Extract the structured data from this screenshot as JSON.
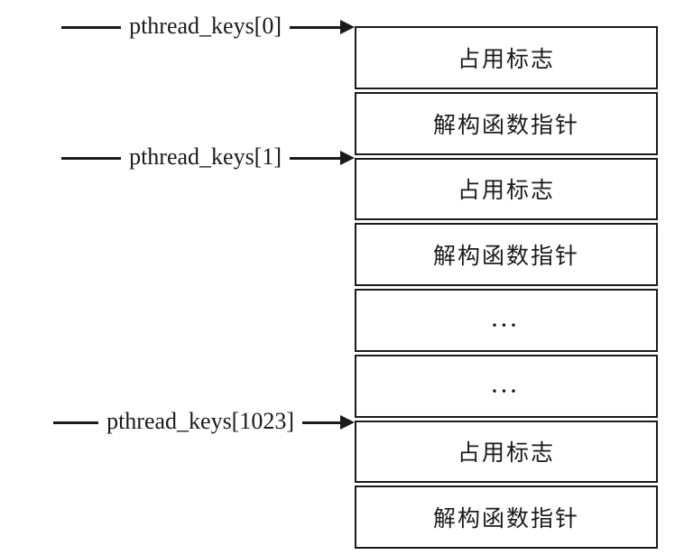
{
  "diagram": {
    "type": "memory-layout",
    "colors": {
      "line": "#1a1a1a",
      "text": "#1a1a1a",
      "background": "#ffffff"
    },
    "pointers": [
      {
        "label": "pthread_keys[0]",
        "points_to_cell_index": 0
      },
      {
        "label": "pthread_keys[1]",
        "points_to_cell_index": 2
      },
      {
        "label": "pthread_keys[1023]",
        "points_to_cell_index": 6
      }
    ],
    "table": {
      "cells": [
        "占用标志",
        "解构函数指针",
        "占用标志",
        "解构函数指针",
        "...",
        "...",
        "占用标志",
        "解构函数指针"
      ]
    }
  }
}
